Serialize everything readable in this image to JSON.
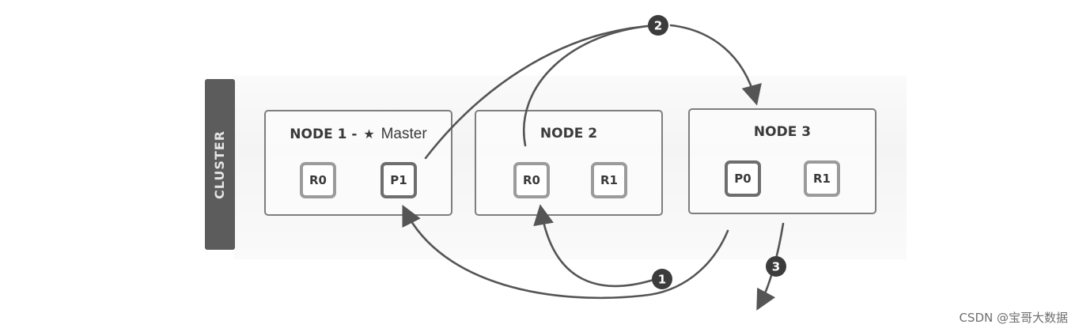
{
  "cluster": {
    "label": "CLUSTER"
  },
  "nodes": [
    {
      "title": "NODE 1 - ",
      "star": "★",
      "role": "Master",
      "shards": [
        {
          "label": "R0",
          "kind": "replica"
        },
        {
          "label": "P1",
          "kind": "primary"
        }
      ]
    },
    {
      "title": "NODE 2",
      "star": "",
      "role": "",
      "shards": [
        {
          "label": "R0",
          "kind": "replica"
        },
        {
          "label": "R1",
          "kind": "replica"
        }
      ]
    },
    {
      "title": "NODE 3",
      "star": "",
      "role": "",
      "shards": [
        {
          "label": "P0",
          "kind": "primary"
        },
        {
          "label": "R1",
          "kind": "replica"
        }
      ]
    }
  ],
  "steps": [
    "1",
    "2",
    "3"
  ],
  "colors": {
    "arrow": "#555555",
    "badge": "#3c3c3c",
    "cluster_bar": "#5c5c5c",
    "node_border": "#7e7e7e"
  },
  "watermark": "CSDN @宝哥大数据"
}
